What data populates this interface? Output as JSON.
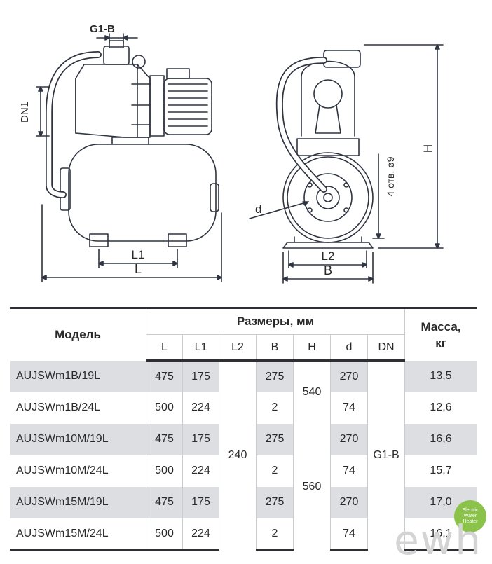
{
  "drawing": {
    "labels": {
      "g1b": "G1-B",
      "dn1": "DN1",
      "l1": "L1",
      "l": "L",
      "l2": "L2",
      "b": "B",
      "d": "d",
      "h": "H",
      "holes": "4 отв. ø9"
    }
  },
  "table": {
    "model_header": "Модель",
    "dims_header": "Размеры, мм",
    "mass_header_line1": "Масса,",
    "mass_header_line2": "кг",
    "columns": [
      "L",
      "L1",
      "L2",
      "B",
      "H",
      "d",
      "DN"
    ],
    "rows": [
      {
        "model": "AUJSWm1B/19L",
        "L": "475",
        "L1": "175",
        "B": "275",
        "d": "270",
        "mass": "13,5"
      },
      {
        "model": "AUJSWm1B/24L",
        "L": "500",
        "L1": "224",
        "B": "2",
        "d": "74",
        "mass": "12,6"
      },
      {
        "model": "AUJSWm10M/19L",
        "L": "475",
        "L1": "175",
        "B": "275",
        "d": "270",
        "mass": "16,6"
      },
      {
        "model": "AUJSWm10M/24L",
        "L": "500",
        "L1": "224",
        "B": "2",
        "d": "74",
        "mass": "15,7"
      },
      {
        "model": "AUJSWm15M/19L",
        "L": "475",
        "L1": "175",
        "B": "275",
        "d": "270",
        "mass": "17,0"
      },
      {
        "model": "AUJSWm15M/24L",
        "L": "500",
        "L1": "224",
        "B": "2",
        "d": "74",
        "mass": "16,1"
      }
    ],
    "merged": {
      "L2_all": "240",
      "H_first_pair": "540",
      "H_rest": "560",
      "DN_all": "G1-B"
    }
  },
  "watermark": {
    "badge_line1": "Electric",
    "badge_line2": "Water",
    "badge_line3": "Heater",
    "text": "ewh"
  }
}
